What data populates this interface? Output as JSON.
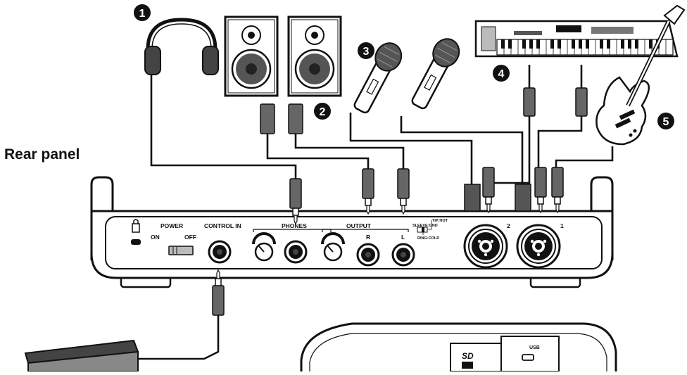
{
  "heading": "Rear panel",
  "panel_labels": {
    "power": "POWER",
    "on": "ON",
    "off": "OFF",
    "control_in": "CONTROL IN",
    "phones": "PHONES",
    "output": "OUTPUT",
    "r": "R",
    "l": "L",
    "input_2": "2",
    "input_1": "1",
    "sleeve": "SLEEVE:GND",
    "tip": "TIP:HOT",
    "ring": "RING:COLD"
  },
  "callouts": [
    "1",
    "2",
    "3",
    "4",
    "5"
  ],
  "usb_label": "USB",
  "icons": [
    "headphones-icon",
    "speaker-icon",
    "microphone-icon",
    "keyboard-icon",
    "guitar-icon",
    "footswitch-icon",
    "lock-icon",
    "sd-card-icon"
  ]
}
